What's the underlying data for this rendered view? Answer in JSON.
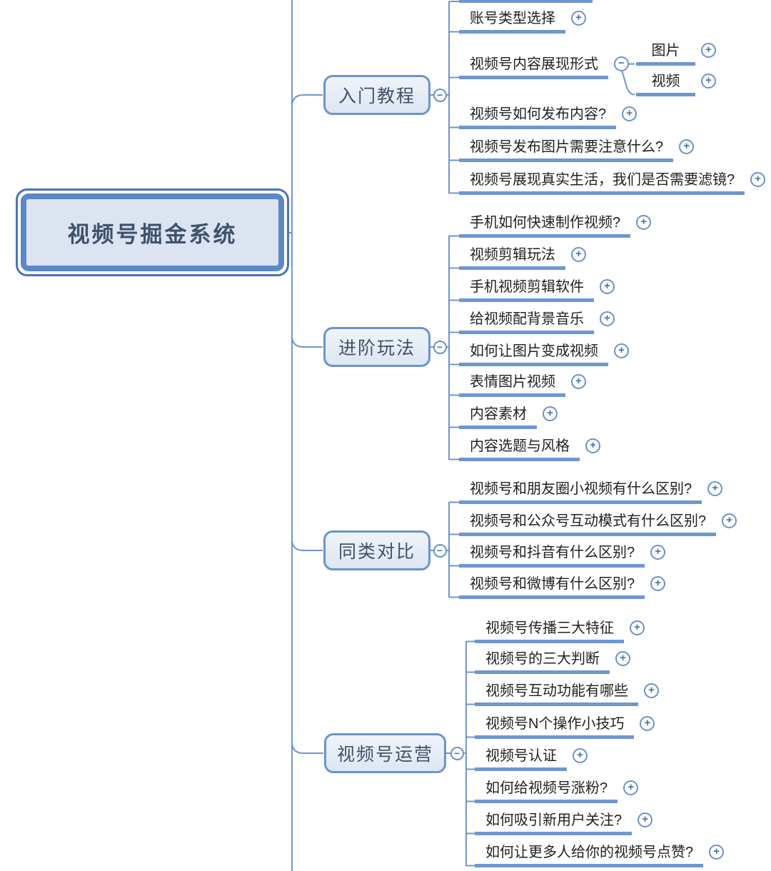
{
  "root": {
    "label": "视频号掘金系统"
  },
  "branches": [
    {
      "label": "入门教程",
      "toggle": "−",
      "children": [
        {
          "label": "账号类型选择",
          "button": "+"
        },
        {
          "label": "视频号内容展现形式",
          "button": "−",
          "children": [
            {
              "label": "图片",
              "button": "+"
            },
            {
              "label": "视频",
              "button": "+"
            }
          ]
        },
        {
          "label": "视频号如何发布内容?",
          "button": "+"
        },
        {
          "label": "视频号发布图片需要注意什么?",
          "button": "+"
        },
        {
          "label": "视频号展现真实生活，我们是否需要滤镜?",
          "button": "+"
        }
      ]
    },
    {
      "label": "进阶玩法",
      "toggle": "−",
      "children": [
        {
          "label": "手机如何快速制作视频?",
          "button": "+"
        },
        {
          "label": "视频剪辑玩法",
          "button": "+"
        },
        {
          "label": "手机视频剪辑软件",
          "button": "+"
        },
        {
          "label": "给视频配背景音乐",
          "button": "+"
        },
        {
          "label": "如何让图片变成视频",
          "button": "+"
        },
        {
          "label": "表情图片视频",
          "button": "+"
        },
        {
          "label": "内容素材",
          "button": "+"
        },
        {
          "label": "内容选题与风格",
          "button": "+"
        }
      ]
    },
    {
      "label": "同类对比",
      "toggle": "−",
      "children": [
        {
          "label": "视频号和朋友圈小视频有什么区别?",
          "button": "+"
        },
        {
          "label": "视频号和公众号互动模式有什么区别?",
          "button": "+"
        },
        {
          "label": "视频号和抖音有什么区别?",
          "button": "+"
        },
        {
          "label": "视频号和微博有什么区别?",
          "button": "+"
        }
      ]
    },
    {
      "label": "视频号运营",
      "toggle": "−",
      "children": [
        {
          "label": "视频号传播三大特征",
          "button": "+"
        },
        {
          "label": "视频号的三大判断",
          "button": "+"
        },
        {
          "label": "视频号互动功能有哪些",
          "button": "+"
        },
        {
          "label": "视频号N个操作小技巧",
          "button": "+"
        },
        {
          "label": "视频号认证",
          "button": "+"
        },
        {
          "label": "如何给视频号涨粉?",
          "button": "+"
        },
        {
          "label": "如何吸引新用户关注?",
          "button": "+"
        },
        {
          "label": "如何让更多人给你的视频号点赞?",
          "button": "+"
        }
      ]
    }
  ],
  "colors": {
    "line": "#7195cc",
    "underline_bar": "#6e96d2",
    "node_border": "#6b94cc",
    "node_fill": "#e2e9f4",
    "node_text": "#40516b",
    "root_outer_border": "#4b74b9",
    "root_band": "#5d88c8",
    "root_fill": "#dce4f2",
    "button_ring": "#6a92c8",
    "button_glyph": "#4a6fa8",
    "child_text": "#1f1f1f"
  }
}
